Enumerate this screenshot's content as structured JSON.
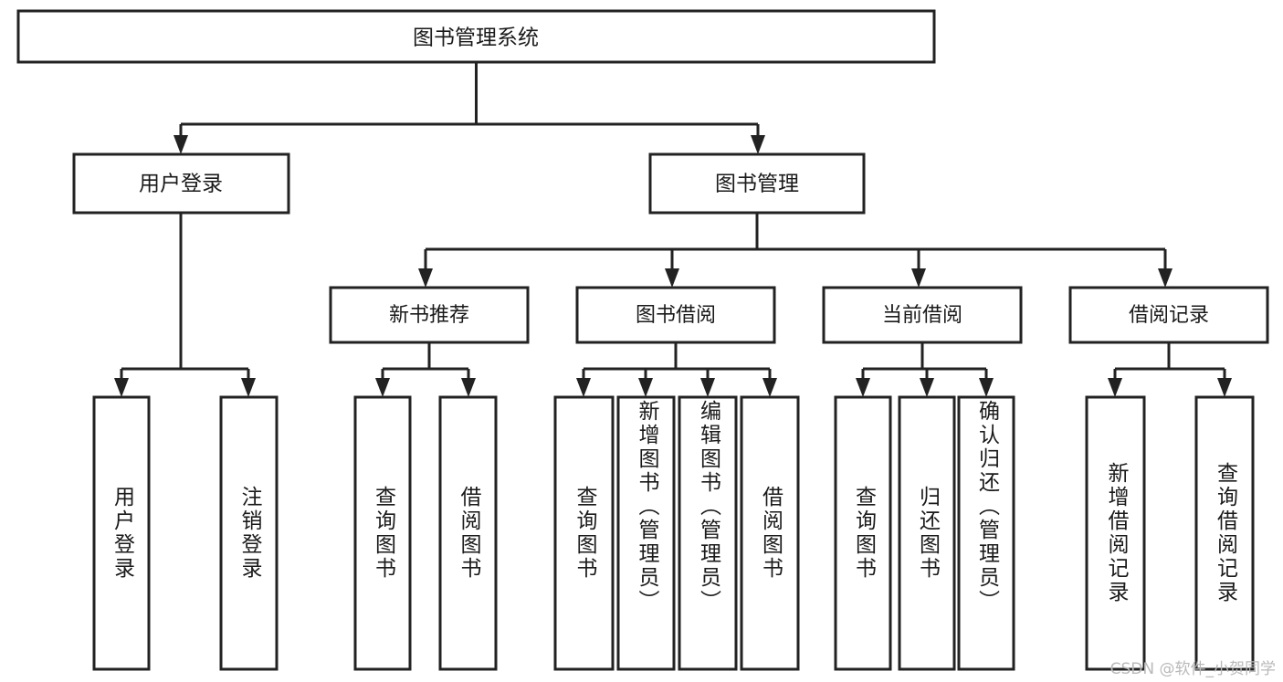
{
  "diagram": {
    "title": "图书管理系统",
    "type": "tree-hierarchy",
    "root": {
      "label": "图书管理系统"
    },
    "level2": [
      {
        "label": "用户登录"
      },
      {
        "label": "图书管理"
      }
    ],
    "level3": [
      {
        "label": "新书推荐"
      },
      {
        "label": "图书借阅"
      },
      {
        "label": "当前借阅"
      },
      {
        "label": "借阅记录"
      }
    ],
    "leaves": {
      "user_login": [
        {
          "label": "用户登录"
        },
        {
          "label": "注销登录"
        }
      ],
      "new_book_recommend": [
        {
          "label": "查询图书"
        },
        {
          "label": "借阅图书"
        }
      ],
      "book_borrow": [
        {
          "label": "查询图书"
        },
        {
          "label": "新增图书（管理员）"
        },
        {
          "label": "编辑图书（管理员）"
        },
        {
          "label": "借阅图书"
        }
      ],
      "current_borrow": [
        {
          "label": "查询图书"
        },
        {
          "label": "归还图书"
        },
        {
          "label": "确认归还（管理员）"
        }
      ],
      "borrow_record": [
        {
          "label": "新增借阅记录"
        },
        {
          "label": "查询借阅记录"
        }
      ]
    }
  },
  "watermark": {
    "text": "CSDN @软件_小贺同学"
  },
  "colors": {
    "stroke": "#222222",
    "fill": "#ffffff",
    "text": "#1a1a1a",
    "watermark": "#b9b9b9"
  }
}
